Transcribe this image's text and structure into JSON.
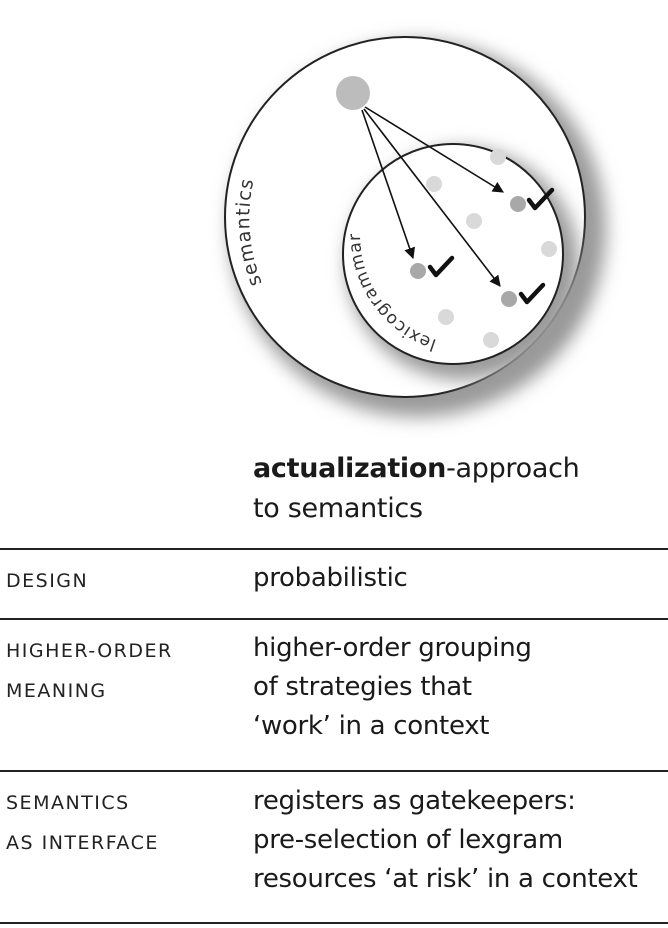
{
  "diagram": {
    "outer_label": "semantics",
    "inner_label": "lexicogrammar"
  },
  "caption": {
    "bold": "actualization",
    "rest_line1": "-approach",
    "line2": "to semantics"
  },
  "rows": [
    {
      "label": [
        "DESIGN"
      ],
      "value": [
        "probabilistic"
      ]
    },
    {
      "label": [
        "HIGHER-ORDER",
        "MEANING"
      ],
      "value": [
        "higher-order grouping",
        "of strategies that",
        "‘work’ in a context"
      ]
    },
    {
      "label": [
        "SEMANTICS",
        "AS INTERFACE"
      ],
      "value": [
        "registers as gatekeepers:",
        "pre-selection of lexgram",
        "resources ‘at risk’ in a context"
      ]
    }
  ]
}
